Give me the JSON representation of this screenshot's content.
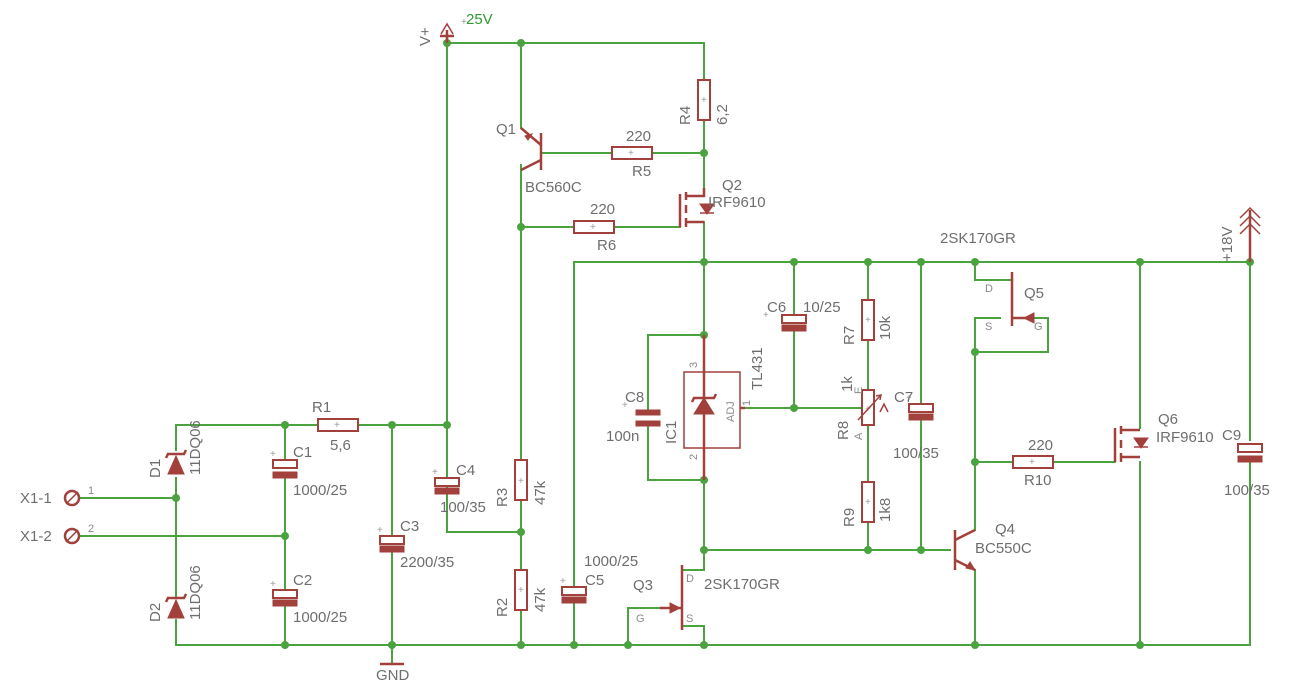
{
  "labels": {
    "v_plus": "V+",
    "v25": "25V",
    "gnd": "GND",
    "v18": "+18V",
    "x1_1": "X1-1",
    "x1_2": "X1-2",
    "pin1": "1",
    "pin2": "2",
    "r1": "R1",
    "r1_val": "5,6",
    "r2": "R2",
    "r2_val": "47k",
    "r3": "R3",
    "r3_val": "47k",
    "r4": "R4",
    "r4_val": "6,2",
    "r5": "R5",
    "r5_val": "220",
    "r6": "R6",
    "r6_val": "220",
    "r7": "R7",
    "r7_val": "10k",
    "r8": "R8",
    "r8_val": "1k",
    "r9": "R9",
    "r9_val": "1k8",
    "r10": "R10",
    "r10_val": "220",
    "c1": "C1",
    "c1_val": "1000/25",
    "c2": "C2",
    "c2_val": "1000/25",
    "c3": "C3",
    "c3_val": "2200/35",
    "c4": "C4",
    "c4_val": "100/35",
    "c5": "C5",
    "c5_val": "1000/25",
    "c6": "C6",
    "c6_val": "10/25",
    "c7": "C7",
    "c7_val": "100/35",
    "c8": "C8",
    "c8_val": "100n",
    "c9": "C9",
    "c9_val": "100/35",
    "d1": "D1",
    "d1_val": "11DQ06",
    "d2": "D2",
    "d2_val": "11DQ06",
    "q1": "Q1",
    "q1_val": "BC560C",
    "q2": "Q2",
    "q2_val": "IRF9610",
    "q3": "Q3",
    "q3_val": "2SK170GR",
    "q4": "Q4",
    "q4_val": "BC550C",
    "q5": "Q5",
    "q5_val": "2SK170GR",
    "q6": "Q6",
    "q6_val": "IRF9610",
    "ic1": "IC1",
    "ic1_val": "TL431",
    "ic1_adj": "ADJ",
    "pin_d": "D",
    "pin_s": "S",
    "pin_g": "G",
    "pin_a": "A",
    "pin_e": "E",
    "pin3": "3",
    "pin2b": "2",
    "pin1b": "1"
  },
  "colors": {
    "wire": "#4aa33f",
    "component": "#a2403c",
    "text": "#6e6e6e",
    "net_label": "#2f9a34",
    "background": "#ffffff"
  }
}
